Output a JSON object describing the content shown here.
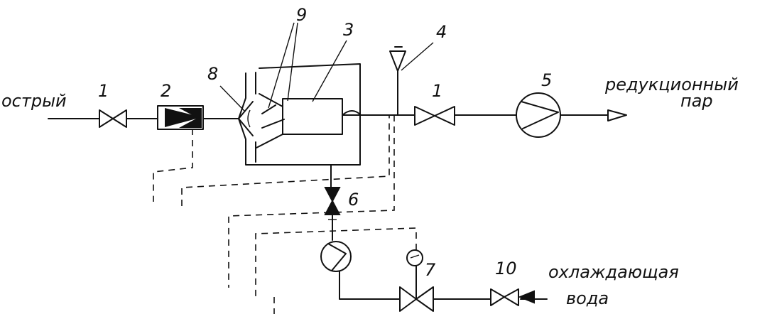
{
  "labels": {
    "inlet_line1": "острый",
    "outlet_line1": "редукционный",
    "outlet_line2": "пар",
    "water_line1": "охлаждающая",
    "water_line2": "вода"
  },
  "numbers": {
    "valve_inlet": "1",
    "filter": "2",
    "chamber": "3",
    "safety_valve": "4",
    "flowmeter_out": "5",
    "valve_control": "6",
    "valve_water": "7",
    "nozzle": "8",
    "sprayers": "9",
    "valve_water_inlet": "10",
    "valve_outlet": "1"
  }
}
